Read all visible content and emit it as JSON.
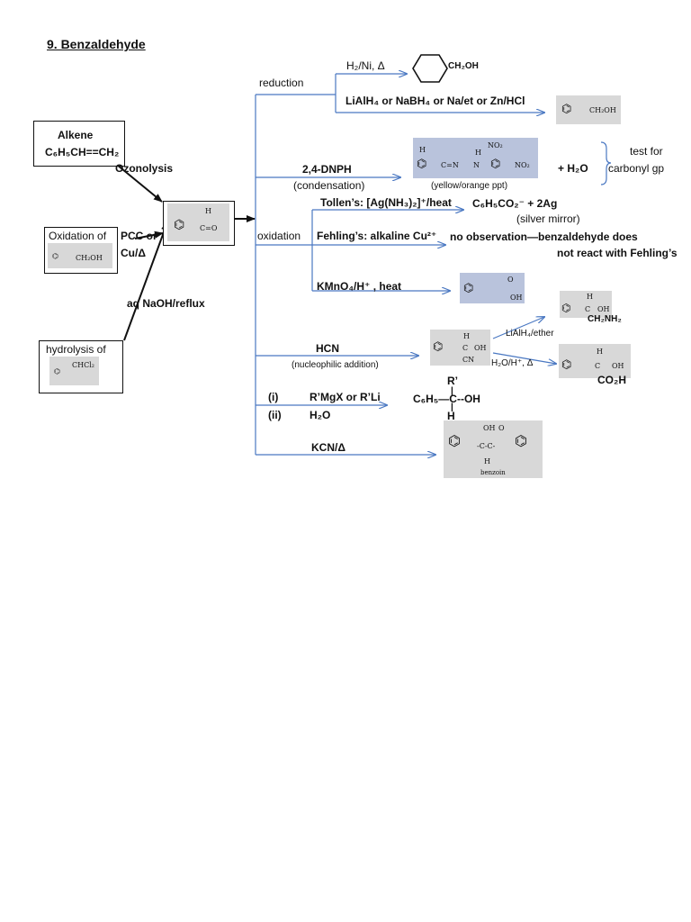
{
  "title": "9. Benzaldehyde",
  "sources": {
    "alkene_label": "Alkene",
    "alkene_formula": "C₆H₅CH==CH₂",
    "ozonolysis": "Ozonolysis",
    "oxidation_of": "Oxidation of",
    "pcc_or": "PCC or",
    "cu_heat": "Cu/Δ",
    "benzyl_alcohol": "CH₂OH",
    "naoh_reflux": "aq NaOH/reflux",
    "hydrolysis_of": "hydrolysis of",
    "chcl2": "CHCl₂"
  },
  "center": {
    "h": "H",
    "group": "C=O"
  },
  "reduction": {
    "label": "reduction",
    "reagent1": "H₂/Ni, Δ",
    "product1": "CH₂OH",
    "reagent2": "LiAlH₄ or NaBH₄   or Na/et or Zn/HCl",
    "product2": "CH₂OH"
  },
  "dnph": {
    "reagent": "2,4-DNPH",
    "type": "(condensation)",
    "ppt": "(yellow/orange ppt)",
    "plus_water": "+ H₂O",
    "test_line1": "test for",
    "test_line2": "carbonyl gp",
    "mol_h": "H",
    "mol_c": "C=N",
    "mol_n": "N",
    "mol_h2": "H",
    "mol_no2_top": "NO₂",
    "mol_no2_right": "NO₂"
  },
  "oxidation": {
    "label": "oxidation",
    "tollens": "Tollen’s:  [Ag(NH₃)₂]⁺/heat",
    "tollens_products": "C₆H₅CO₂⁻  +   2Ag",
    "silver_mirror": "(silver mirror)",
    "fehlings": "Fehling’s: alkaline Cu²⁺",
    "fehlings_result1": "no observation—benzaldehyde does",
    "fehlings_result2": "not react with Fehling’s",
    "kmno4": "KMnO₄/H⁺ , heat",
    "acid_o": "O",
    "acid_oh": "OH"
  },
  "hcn": {
    "reagent": "HCN",
    "type": "(nucleophilic addition)",
    "cyano_h": "H",
    "cyano_c": "C",
    "cyano_oh": "OH",
    "cyano_cn": "CN",
    "lialh4": "LiAlH₄/ether",
    "amine_h": "H",
    "amine_c": "C",
    "amine_oh": "OH",
    "amine_group": "CH₂NH₂",
    "hydrolysis": "H₂O/H⁺, Δ",
    "acid_h": "H",
    "acid_c": "C",
    "acid_oh": "OH",
    "acid_group": "CO₂H"
  },
  "grignard": {
    "step1": "(i)",
    "reagent1": "R’MgX or R’Li",
    "step2": "(ii)",
    "reagent2": "H₂O",
    "r_prime": "R’",
    "product": "C₆H₅—C--OH",
    "h": "H"
  },
  "kcn": {
    "reagent": "KCN/Δ",
    "oh": "OH",
    "o": "O",
    "h": "H",
    "name": "benzoin"
  }
}
